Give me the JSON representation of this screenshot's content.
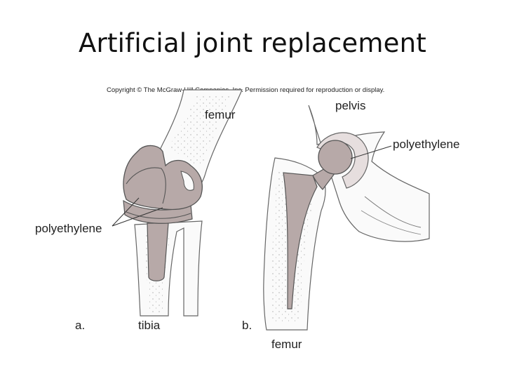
{
  "slide": {
    "title": "Artificial joint replacement",
    "copyright": "Copyright © The McGraw-Hill Companies, Inc. Permission required for reproduction or display."
  },
  "labels": {
    "femur_knee": "femur",
    "pelvis": "pelvis",
    "polyethylene_hip": "polyethylene",
    "polyethylene_knee": "polyethylene",
    "panel_a": "a.",
    "tibia": "tibia",
    "panel_b": "b.",
    "femur_hip": "femur"
  },
  "colors": {
    "implant": "#b7a9a8",
    "bone_outline": "#666666",
    "liner": "#e6dede"
  }
}
